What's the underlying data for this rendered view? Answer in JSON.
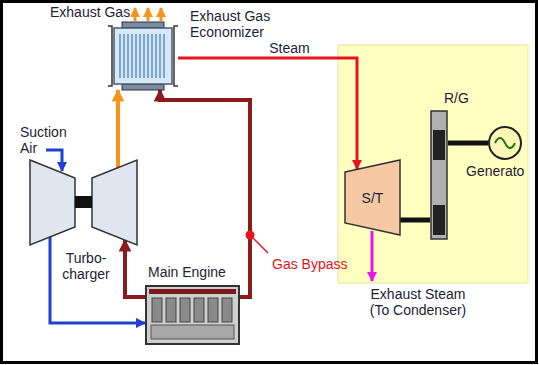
{
  "diagram": {
    "nodes": [
      {
        "text": [
          "Exhaust Gas Economizer"
        ]
      },
      {
        "text": [
          "Turbo-charger"
        ]
      },
      {
        "text": [
          "Main Engine"
        ]
      },
      {
        "text": [
          "S/T"
        ]
      },
      {
        "text": [
          "R/G"
        ]
      },
      {
        "text": [
          "Generato"
        ]
      }
    ],
    "edges": [
      {
        "from": 0,
        "to": 3,
        "arrow": "to",
        "label": "Steam"
      },
      {
        "from": 1,
        "to": 0,
        "arrow": "to"
      },
      {
        "from": 2,
        "to": 1,
        "arrow": "to"
      },
      {
        "from": 2,
        "to": 0,
        "arrow": "to"
      },
      {
        "from": 1,
        "to": 2,
        "arrow": "to"
      },
      {
        "from": 3,
        "to": 4,
        "arrow": "none"
      },
      {
        "from": 4,
        "to": 5,
        "arrow": "none"
      }
    ],
    "labels": [
      "Exhaust Gas",
      "Suction Air",
      "Gas Bypass",
      "Exhaust Steam (To Condenser)"
    ]
  }
}
